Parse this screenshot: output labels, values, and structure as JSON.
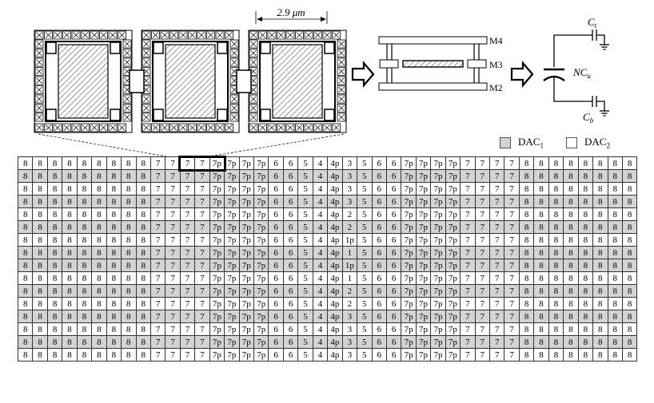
{
  "dimension_label": "2.9 μm",
  "layers": [
    "M4",
    "M3",
    "M2"
  ],
  "cap": {
    "top": "C",
    "top_sub": "t",
    "middle": "NC",
    "middle_sub": "u",
    "bottom": "C",
    "bottom_sub": "b"
  },
  "legend": [
    {
      "name": "DAC",
      "sub": "1",
      "fill": "hatched-gray"
    },
    {
      "name": "DAC",
      "sub": "2",
      "fill": "white"
    }
  ],
  "colors": {
    "dac1": "#c9c9c9",
    "dac2": "#ffffff",
    "line": "#000000"
  },
  "highlight": {
    "row": 0,
    "cols": [
      11,
      12,
      13
    ]
  },
  "grid_rows": [
    {
      "dac": 2,
      "cells": [
        "8",
        "8",
        "8",
        "8",
        "8",
        "8",
        "8",
        "8",
        "8",
        "7",
        "7",
        "7",
        "7",
        "7p",
        "7p",
        "7p",
        "7p",
        "6",
        "6",
        "5",
        "4",
        "4p",
        "3",
        "5",
        "6",
        "6",
        "7p",
        "7p",
        "7p",
        "7p",
        "7",
        "7",
        "7",
        "7",
        "8",
        "8",
        "8",
        "8",
        "8",
        "8",
        "8",
        "8"
      ]
    },
    {
      "dac": 1,
      "cells": [
        "8",
        "8",
        "8",
        "8",
        "8",
        "8",
        "8",
        "8",
        "8",
        "7",
        "7",
        "7",
        "7",
        "7p",
        "7p",
        "7p",
        "7p",
        "6",
        "6",
        "5",
        "4",
        "4p",
        "3",
        "5",
        "6",
        "6",
        "7p",
        "7p",
        "7p",
        "7p",
        "7",
        "7",
        "7",
        "7",
        "8",
        "8",
        "8",
        "8",
        "8",
        "8",
        "8",
        "8"
      ]
    },
    {
      "dac": 2,
      "cells": [
        "8",
        "8",
        "8",
        "8",
        "8",
        "8",
        "8",
        "8",
        "8",
        "7",
        "7",
        "7",
        "7",
        "7p",
        "7p",
        "7p",
        "7p",
        "6",
        "6",
        "5",
        "4",
        "4p",
        "3",
        "5",
        "6",
        "6",
        "7p",
        "7p",
        "7p",
        "7p",
        "7",
        "7",
        "7",
        "7",
        "8",
        "8",
        "8",
        "8",
        "8",
        "8",
        "8",
        "8"
      ]
    },
    {
      "dac": 1,
      "cells": [
        "8",
        "8",
        "8",
        "8",
        "8",
        "8",
        "8",
        "8",
        "8",
        "7",
        "7",
        "7",
        "7",
        "7p",
        "7p",
        "7p",
        "7p",
        "6",
        "6",
        "5",
        "4",
        "4p",
        "3",
        "5",
        "6",
        "6",
        "7p",
        "7p",
        "7p",
        "7p",
        "7",
        "7",
        "7",
        "7",
        "8",
        "8",
        "8",
        "8",
        "8",
        "8",
        "8",
        "8"
      ]
    },
    {
      "dac": 2,
      "cells": [
        "8",
        "8",
        "8",
        "8",
        "8",
        "8",
        "8",
        "8",
        "8",
        "7",
        "7",
        "7",
        "7",
        "7p",
        "7p",
        "7p",
        "7p",
        "6",
        "6",
        "5",
        "4",
        "4p",
        "2",
        "5",
        "6",
        "6",
        "7p",
        "7p",
        "7p",
        "7p",
        "7",
        "7",
        "7",
        "7",
        "8",
        "8",
        "8",
        "8",
        "8",
        "8",
        "8",
        "8"
      ]
    },
    {
      "dac": 1,
      "cells": [
        "8",
        "8",
        "8",
        "8",
        "8",
        "8",
        "8",
        "8",
        "8",
        "7",
        "7",
        "7",
        "7",
        "7p",
        "7p",
        "7p",
        "7p",
        "6",
        "6",
        "5",
        "4",
        "4p",
        "2",
        "5",
        "6",
        "6",
        "7p",
        "7p",
        "7p",
        "7p",
        "7",
        "7",
        "7",
        "7",
        "8",
        "8",
        "8",
        "8",
        "8",
        "8",
        "8",
        "8"
      ]
    },
    {
      "dac": 2,
      "cells": [
        "8",
        "8",
        "8",
        "8",
        "8",
        "8",
        "8",
        "8",
        "8",
        "7",
        "7",
        "7",
        "7",
        "7p",
        "7p",
        "7p",
        "7p",
        "6",
        "6",
        "5",
        "4",
        "4p",
        "1p",
        "5",
        "6",
        "6",
        "7p",
        "7p",
        "7p",
        "7p",
        "7",
        "7",
        "7",
        "7",
        "8",
        "8",
        "8",
        "8",
        "8",
        "8",
        "8",
        "8"
      ]
    },
    {
      "dac": 1,
      "cells": [
        "8",
        "8",
        "8",
        "8",
        "8",
        "8",
        "8",
        "8",
        "8",
        "7",
        "7",
        "7",
        "7",
        "7p",
        "7p",
        "7p",
        "7p",
        "6",
        "6",
        "5",
        "4",
        "4p",
        "1",
        "5",
        "6",
        "6",
        "7p",
        "7p",
        "7p",
        "7p",
        "7",
        "7",
        "7",
        "7",
        "8",
        "8",
        "8",
        "8",
        "8",
        "8",
        "8",
        "8"
      ]
    },
    {
      "dac": 1,
      "cells": [
        "8",
        "8",
        "8",
        "8",
        "8",
        "8",
        "8",
        "8",
        "8",
        "7",
        "7",
        "7",
        "7",
        "7p",
        "7p",
        "7p",
        "7p",
        "6",
        "6",
        "5",
        "4",
        "4p",
        "1p",
        "5",
        "6",
        "6",
        "7p",
        "7p",
        "7p",
        "7p",
        "7",
        "7",
        "7",
        "7",
        "8",
        "8",
        "8",
        "8",
        "8",
        "8",
        "8",
        "8"
      ]
    },
    {
      "dac": 2,
      "cells": [
        "8",
        "8",
        "8",
        "8",
        "8",
        "8",
        "8",
        "8",
        "8",
        "7",
        "7",
        "7",
        "7",
        "7p",
        "7p",
        "7p",
        "7p",
        "6",
        "6",
        "5",
        "4",
        "4p",
        "1",
        "5",
        "6",
        "6",
        "7p",
        "7p",
        "7p",
        "7p",
        "7",
        "7",
        "7",
        "7",
        "8",
        "8",
        "8",
        "8",
        "8",
        "8",
        "8",
        "8"
      ]
    },
    {
      "dac": 1,
      "cells": [
        "8",
        "8",
        "8",
        "8",
        "8",
        "8",
        "8",
        "8",
        "8",
        "7",
        "7",
        "7",
        "7",
        "7p",
        "7p",
        "7p",
        "7p",
        "6",
        "6",
        "5",
        "4",
        "4p",
        "2",
        "5",
        "6",
        "6",
        "7p",
        "7p",
        "7p",
        "7p",
        "7",
        "7",
        "7",
        "7",
        "8",
        "8",
        "8",
        "8",
        "8",
        "8",
        "8",
        "8"
      ]
    },
    {
      "dac": 2,
      "cells": [
        "8",
        "8",
        "8",
        "8",
        "8",
        "8",
        "8",
        "8",
        "8",
        "7",
        "7",
        "7",
        "7",
        "7p",
        "7p",
        "7p",
        "7p",
        "6",
        "6",
        "5",
        "4",
        "4p",
        "2",
        "5",
        "6",
        "6",
        "7p",
        "7p",
        "7p",
        "7p",
        "7",
        "7",
        "7",
        "7",
        "8",
        "8",
        "8",
        "8",
        "8",
        "8",
        "8",
        "8"
      ]
    },
    {
      "dac": 1,
      "cells": [
        "8",
        "8",
        "8",
        "8",
        "8",
        "8",
        "8",
        "8",
        "8",
        "7",
        "7",
        "7",
        "7",
        "7p",
        "7p",
        "7p",
        "7p",
        "6",
        "6",
        "5",
        "4",
        "4p",
        "3",
        "5",
        "6",
        "6",
        "7p",
        "7p",
        "7p",
        "7p",
        "7",
        "7",
        "7",
        "7",
        "8",
        "8",
        "8",
        "8",
        "8",
        "8",
        "8",
        "8"
      ]
    },
    {
      "dac": 2,
      "cells": [
        "8",
        "8",
        "8",
        "8",
        "8",
        "8",
        "8",
        "8",
        "8",
        "7",
        "7",
        "7",
        "7",
        "7p",
        "7p",
        "7p",
        "7p",
        "6",
        "6",
        "5",
        "4",
        "4p",
        "3",
        "5",
        "6",
        "6",
        "7p",
        "7p",
        "7p",
        "7p",
        "7",
        "7",
        "7",
        "7",
        "8",
        "8",
        "8",
        "8",
        "8",
        "8",
        "8",
        "8"
      ]
    },
    {
      "dac": 1,
      "cells": [
        "8",
        "8",
        "8",
        "8",
        "8",
        "8",
        "8",
        "8",
        "8",
        "7",
        "7",
        "7",
        "7",
        "7p",
        "7p",
        "7p",
        "7p",
        "6",
        "6",
        "5",
        "4",
        "4p",
        "3",
        "5",
        "6",
        "6",
        "7p",
        "7p",
        "7p",
        "7p",
        "7",
        "7",
        "7",
        "7",
        "8",
        "8",
        "8",
        "8",
        "8",
        "8",
        "8",
        "8"
      ]
    },
    {
      "dac": 2,
      "cells": [
        "8",
        "8",
        "8",
        "8",
        "8",
        "8",
        "8",
        "8",
        "8",
        "7",
        "7",
        "7",
        "7",
        "7p",
        "7p",
        "7p",
        "7p",
        "6",
        "6",
        "5",
        "4",
        "4p",
        "3",
        "5",
        "6",
        "6",
        "7p",
        "7p",
        "7p",
        "7p",
        "7",
        "7",
        "7",
        "7",
        "8",
        "8",
        "8",
        "8",
        "8",
        "8",
        "8",
        "8"
      ]
    }
  ]
}
